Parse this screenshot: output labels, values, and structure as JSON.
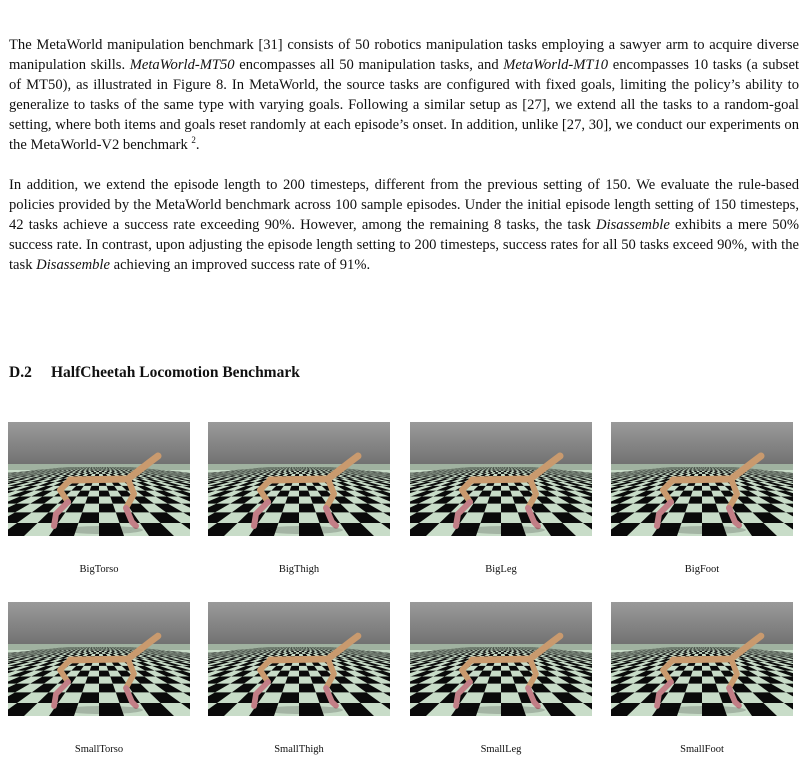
{
  "paragraph1": {
    "s1": "The MetaWorld manipulation benchmark [31] consists of 50 robotics manipulation tasks employing a sawyer arm to acquire diverse manipulation skills. ",
    "mt50": "MetaWorld-MT50",
    "s2": " encompasses all 50 manipulation tasks, and ",
    "mt10": "MetaWorld-MT10",
    "s3": " encompasses 10 tasks (a subset of MT50), as illustrated in Figure 8. In MetaWorld, the source tasks are configured with fixed goals, limiting the policy’s ability to generalize to tasks of the same type with varying goals. Following a similar setup as [27], we extend all the tasks to a random-goal setting, where both items and goals reset randomly at each episode’s onset. In addition, unlike [27, 30], we conduct our experiments on the MetaWorld-V2 benchmark ",
    "footnote": "2",
    "end": "."
  },
  "paragraph2": {
    "s1": "In addition, we extend the episode length to 200 timesteps, different from the previous setting of 150. We evaluate the rule-based policies provided by the MetaWorld benchmark across 100 sample episodes. Under the initial episode length setting of 150 timesteps, 42 tasks achieve a success rate exceeding 90%. However, among the remaining 8 tasks, the task ",
    "task1": "Disassemble",
    "s2": " exhibits a mere 50% success rate. In contrast, upon adjusting the episode length setting to 200 timesteps, success rates for all 50 tasks exceed 90%, with the task ",
    "task2": "Disassemble",
    "s3": " achieving an improved success rate of 91%."
  },
  "section": {
    "number": "D.2",
    "title": "HalfCheetah Locomotion Benchmark"
  },
  "figures": [
    {
      "caption": "BigTorso"
    },
    {
      "caption": "BigThigh"
    },
    {
      "caption": "BigLeg"
    },
    {
      "caption": "BigFoot"
    },
    {
      "caption": "SmallTorso"
    },
    {
      "caption": "SmallThigh"
    },
    {
      "caption": "SmallLeg"
    },
    {
      "caption": "SmallFoot"
    }
  ],
  "colors": {
    "sky": "#8c8c8c",
    "floor_light": "#c8dcc8",
    "floor_dark": "#0a0a0a",
    "torso": "#c99a6e",
    "leg": "#c27e86"
  }
}
